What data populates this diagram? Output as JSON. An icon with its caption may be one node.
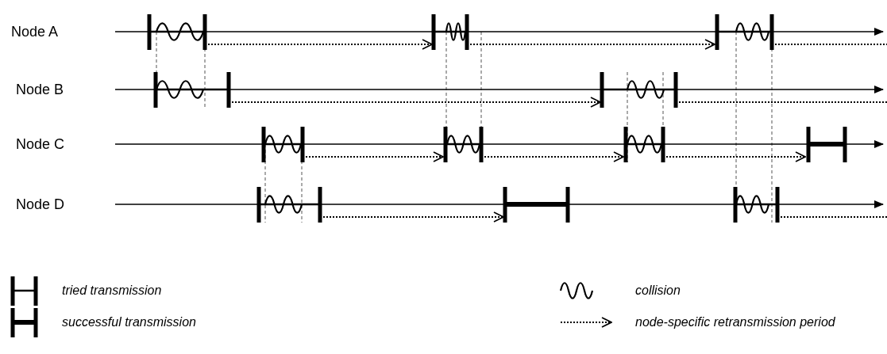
{
  "diagram": {
    "labels": [
      "Node A",
      "Node B",
      "Node C",
      "Node D"
    ],
    "legend": [
      {
        "text": "tried transmission"
      },
      {
        "text": "collision"
      },
      {
        "text": "successful transmission"
      },
      {
        "text": "node-specific retransmission period"
      }
    ]
  }
}
